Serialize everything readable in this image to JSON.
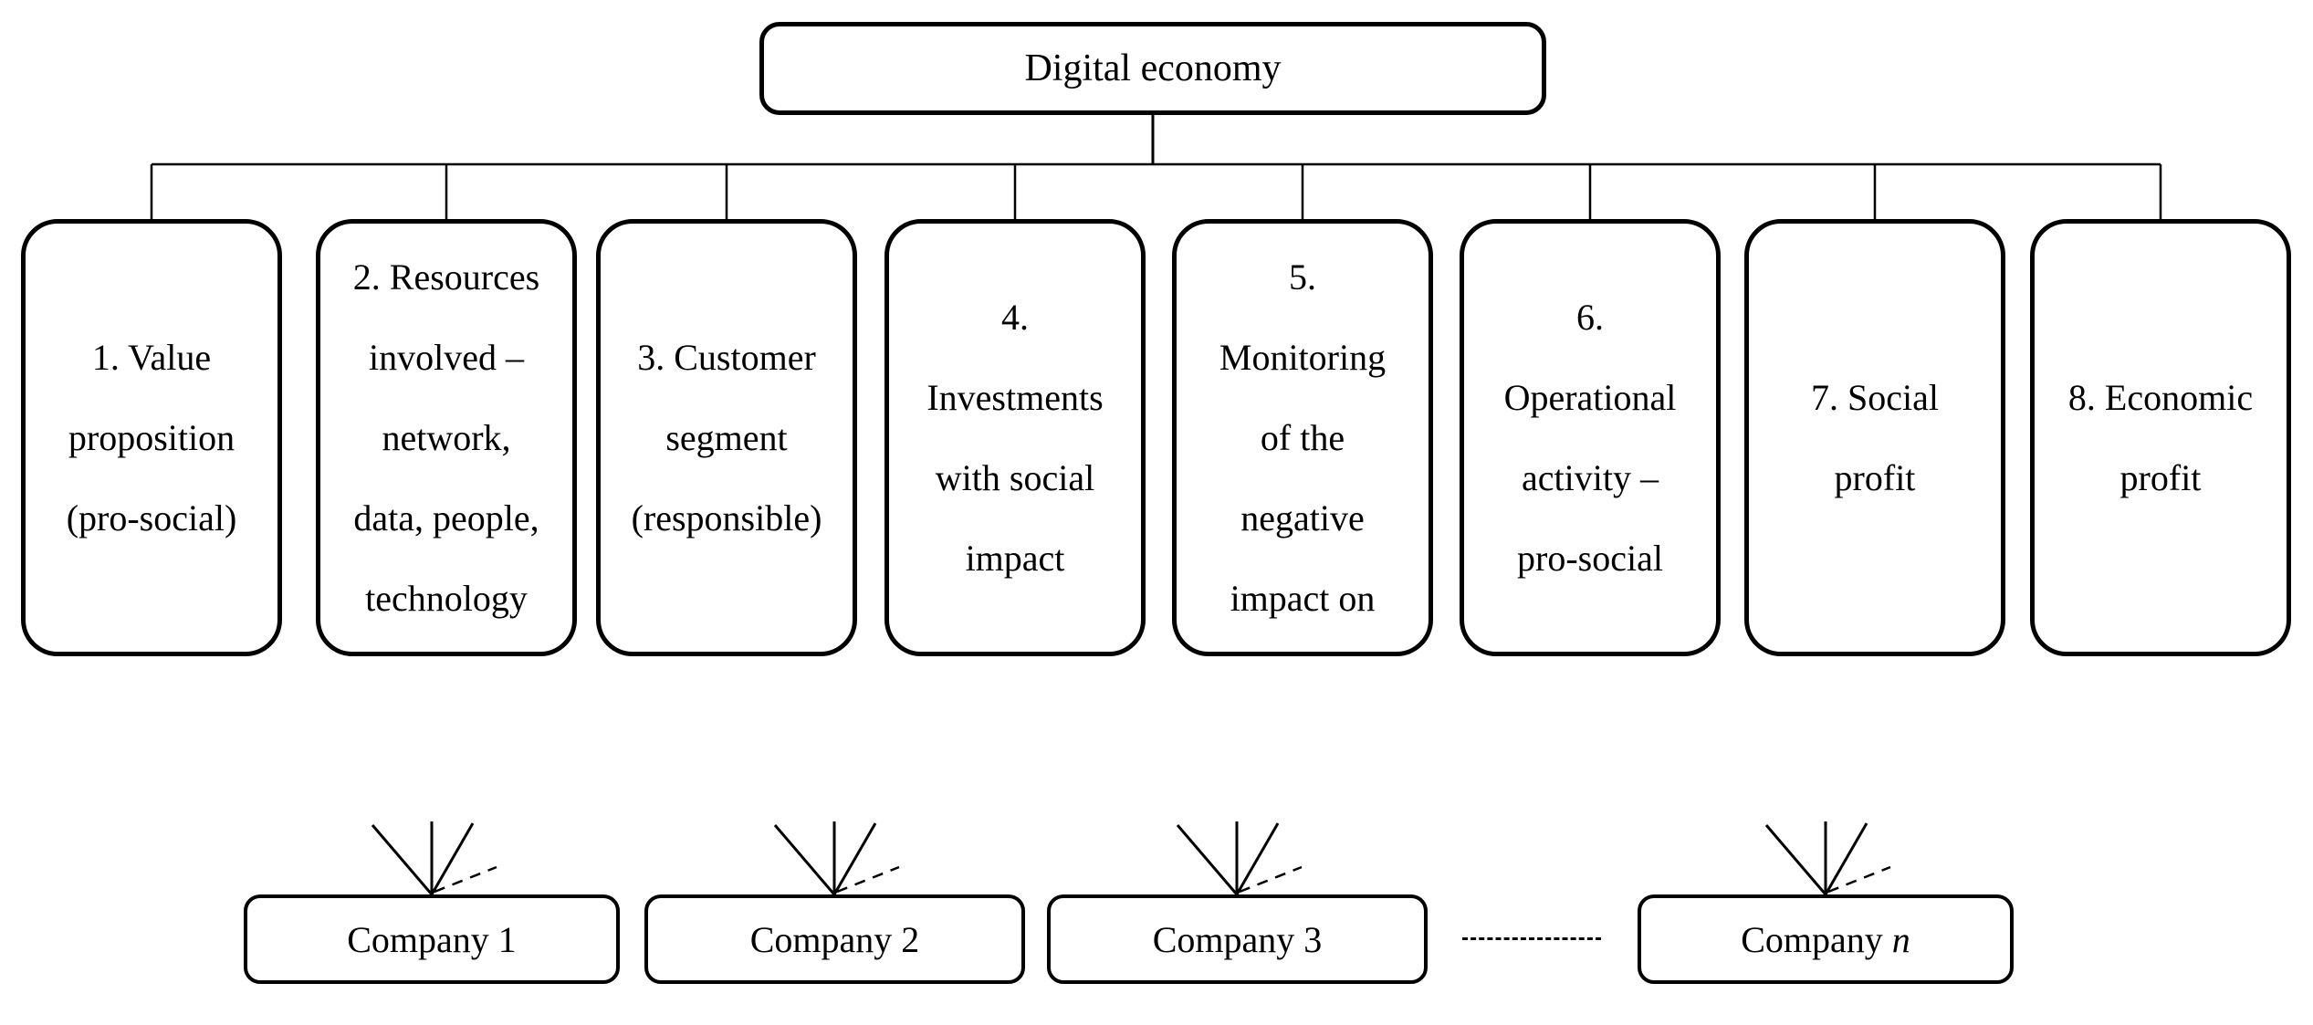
{
  "figure": {
    "background": "#ffffff",
    "line_color": "#000000",
    "text_color": "#000000"
  },
  "root": {
    "label": "Digital economy"
  },
  "components": [
    {
      "text": "1. Value\nproposition\n(pro-social)"
    },
    {
      "text": "2. Resources\ninvolved –\nnetwork,\ndata, people,\ntechnology"
    },
    {
      "text": "3. Customer\nsegment\n(responsible)"
    },
    {
      "text": "4.\nInvestments\nwith social\nimpact"
    },
    {
      "text": "5.\nMonitoring\nof the\nnegative\nimpact on"
    },
    {
      "text": "6.\nOperational\nactivity –\npro-social"
    },
    {
      "text": "7. Social\nprofit"
    },
    {
      "text": "8. Economic\nprofit"
    }
  ],
  "companies": [
    {
      "label": "Company 1"
    },
    {
      "label": "Company 2"
    },
    {
      "label": "Company 3"
    },
    {
      "label_prefix": "Company ",
      "label_suffix_italic": "n"
    }
  ]
}
